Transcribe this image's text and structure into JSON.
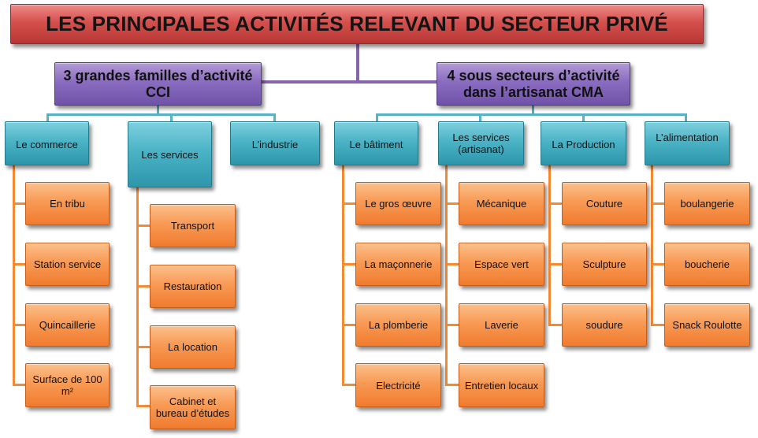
{
  "title": "LES PRINCIPALES ACTIVITÉS RELEVANT DU SECTEUR PRIVÉ",
  "cci": {
    "label_line1": "3 grandes familles",
    "label_line2": "d’activité  CCI",
    "families": [
      {
        "label": "Le commerce",
        "children": [
          "En tribu",
          "Station service",
          "Quincaillerie",
          "Surface de 100 m²"
        ]
      },
      {
        "label": "Les services",
        "children": [
          "Transport",
          "Restauration",
          "La location",
          "Cabinet et bureau d’études"
        ]
      },
      {
        "label": "L’industrie",
        "children": []
      }
    ]
  },
  "cma": {
    "label_line1": "4 sous secteurs d’activité",
    "label_line2": "dans l’artisanat CMA",
    "sectors": [
      {
        "label": "Le bâtiment",
        "children": [
          "Le gros œuvre",
          "La maçonnerie",
          "La plomberie",
          "Electricité"
        ]
      },
      {
        "label_line1": "Les services",
        "label_line2": "(artisanat)",
        "children": [
          "Mécanique",
          "Espace vert",
          "Laverie",
          "Entretien locaux"
        ]
      },
      {
        "label": "La Production",
        "children": [
          "Couture",
          "Sculpture",
          "soudure"
        ]
      },
      {
        "label": "L’alimentation",
        "children": [
          "boulangerie",
          "boucherie",
          "Snack Roulotte"
        ]
      }
    ]
  },
  "colors": {
    "title": "#d4504d",
    "group": "#8a6cc0",
    "category": "#4bb3c6",
    "item": "#f89a55",
    "connector_purple": "#8a63b0",
    "connector_teal": "#56b2c6",
    "connector_orange": "#f58a33"
  }
}
